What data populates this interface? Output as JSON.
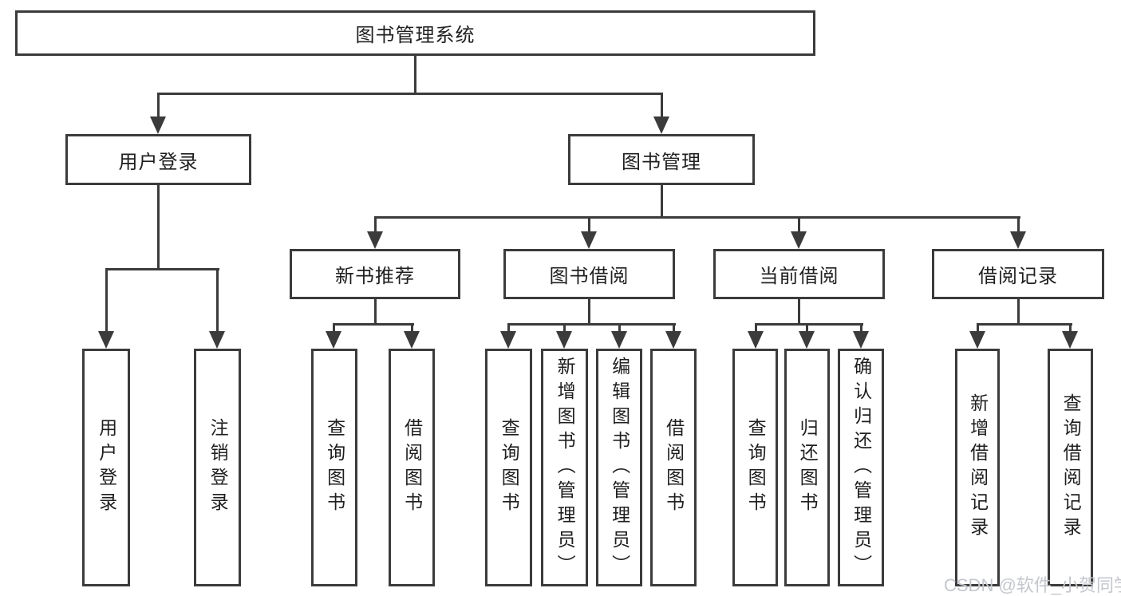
{
  "diagram": {
    "root": {
      "label": "图书管理系统"
    },
    "branches": [
      {
        "label": "用户登录",
        "children": [
          {
            "label": "用户登录"
          },
          {
            "label": "注销登录"
          }
        ]
      },
      {
        "label": "图书管理",
        "children": [
          {
            "label": "新书推荐",
            "children": [
              {
                "label": "查询图书"
              },
              {
                "label": "借阅图书"
              }
            ]
          },
          {
            "label": "图书借阅",
            "children": [
              {
                "label": "查询图书"
              },
              {
                "label": "新增图书（管理员）"
              },
              {
                "label": "编辑图书（管理员）"
              },
              {
                "label": "借阅图书"
              }
            ]
          },
          {
            "label": "当前借阅",
            "children": [
              {
                "label": "查询图书"
              },
              {
                "label": "归还图书"
              },
              {
                "label": "确认归还（管理员）"
              }
            ]
          },
          {
            "label": "借阅记录",
            "children": [
              {
                "label": "新增借阅记录"
              },
              {
                "label": "查询借阅记录"
              }
            ]
          }
        ]
      }
    ]
  },
  "watermark": {
    "text": "CSDN @软件_小贺同学"
  },
  "colors": {
    "line": "#3b3b3b",
    "text": "#1f1f1f",
    "watermark": "#c4c7cd",
    "background": "#ffffff"
  }
}
